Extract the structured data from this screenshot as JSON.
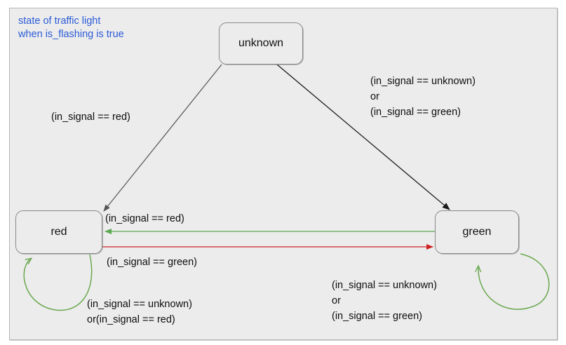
{
  "diagram": {
    "title": "state of traffic light\nwhen is_flashing is true",
    "title_color": "#2b5bd7",
    "canvas_bg": "#ececec",
    "canvas_border": "#b5b5b5",
    "type": "state-machine"
  },
  "states": [
    {
      "id": "unknown",
      "label": "unknown"
    },
    {
      "id": "red",
      "label": "red"
    },
    {
      "id": "green",
      "label": "green"
    }
  ],
  "transitions": [
    {
      "id": "unknown-to-red",
      "from": "unknown",
      "to": "red",
      "label": "(in_signal == red)",
      "color": "#555555"
    },
    {
      "id": "unknown-to-green",
      "from": "unknown",
      "to": "green",
      "label": "(in_signal == unknown)\nor\n(in_signal == green)",
      "color": "#1a1a1a"
    },
    {
      "id": "green-to-red",
      "from": "green",
      "to": "red",
      "label": "(in_signal == red)",
      "color": "#5aa84f"
    },
    {
      "id": "red-to-green",
      "from": "red",
      "to": "green",
      "label": "(in_signal == green)",
      "color": "#cc2222"
    },
    {
      "id": "red-self-loop",
      "from": "red",
      "to": "red",
      "label": "(in_signal == unknown)\nor(in_signal == red)",
      "color": "#6aa84f"
    },
    {
      "id": "green-self-loop",
      "from": "green",
      "to": "green",
      "label": "(in_signal == unknown)\nor\n(in_signal == green)",
      "color": "#6aa84f"
    }
  ]
}
